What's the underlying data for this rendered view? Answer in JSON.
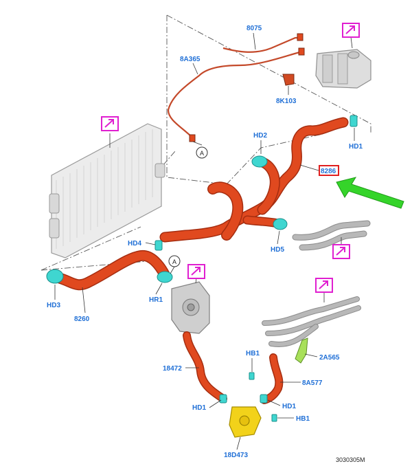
{
  "diagram": {
    "labels": {
      "p8075": "8075",
      "p8A365": "8A365",
      "p8K103": "8K103",
      "p8286": "8286",
      "p8260": "8260",
      "p18472": "18472",
      "p2A565": "2A565",
      "p8A577": "8A577",
      "p18D473": "18D473",
      "hd1_top": "HD1",
      "hd2": "HD2",
      "hd3": "HD3",
      "hd4": "HD4",
      "hd5": "HD5",
      "hr1": "HR1",
      "hb1_top": "HB1",
      "hb1_right": "HB1",
      "hd1_left": "HD1",
      "hd1_right": "HD1",
      "circle_a_top": "A",
      "circle_a_mid": "A"
    },
    "doc_number": "3030305M",
    "colors": {
      "hose": "#e0491f",
      "clamp": "#3fd6d0",
      "label": "#1f6fd6",
      "reference_box": "#e01fd0",
      "highlight_arrow": "#35d42a",
      "highlight_box": "#e01f1f",
      "thermostat": "#f2d21a",
      "bracket": "#a8e05a"
    },
    "icons": [
      "reference-arrow-icon",
      "highlight-arrow-icon"
    ]
  }
}
